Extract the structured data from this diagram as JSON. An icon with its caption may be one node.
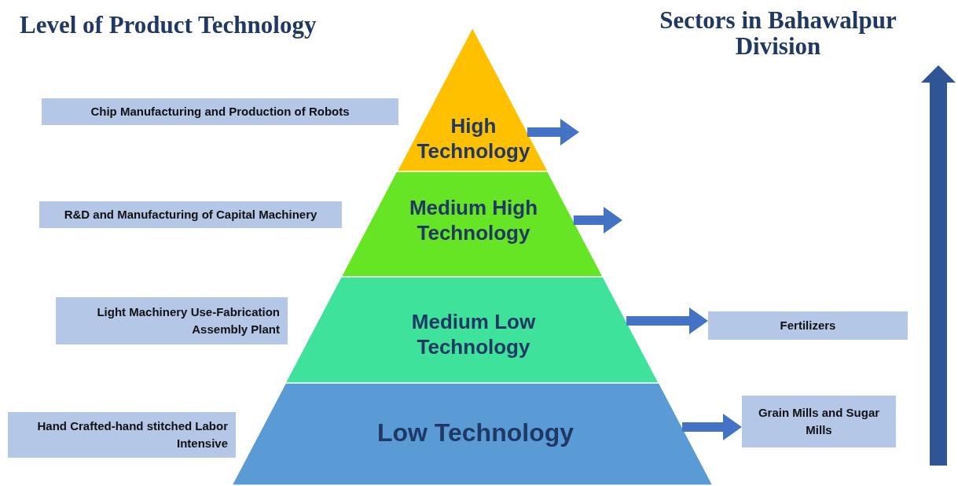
{
  "diagram": {
    "title": "Level of Product Technology",
    "nodes": [
      {
        "text": [
          "High Technology"
        ]
      },
      {
        "text": [
          "Medium High Technology"
        ]
      },
      {
        "text": [
          "Medium Low Technology"
        ]
      },
      {
        "text": [
          "Low Technology"
        ]
      },
      {
        "text": [
          "Chip Manufacturing and Production of Robots"
        ]
      },
      {
        "text": [
          "R&D and Manufacturing of Capital Machinery"
        ]
      },
      {
        "text": [
          "Light Machinery Use-Fabrication Assembly Plant"
        ]
      },
      {
        "text": [
          "Hand Crafted-hand stitched Labor Intensive"
        ]
      },
      {
        "text": [
          "Fertilizers"
        ]
      },
      {
        "text": [
          "Grain Mills and Sugar Mills"
        ]
      }
    ],
    "edges": [
      {
        "from": 0,
        "to": null,
        "arrow": "to"
      },
      {
        "from": 1,
        "to": null,
        "arrow": "to"
      },
      {
        "from": 2,
        "to": 8,
        "arrow": "to"
      },
      {
        "from": 3,
        "to": 9,
        "arrow": "to"
      }
    ],
    "labels": [
      "Sectors in Bahawalpur Division"
    ]
  }
}
